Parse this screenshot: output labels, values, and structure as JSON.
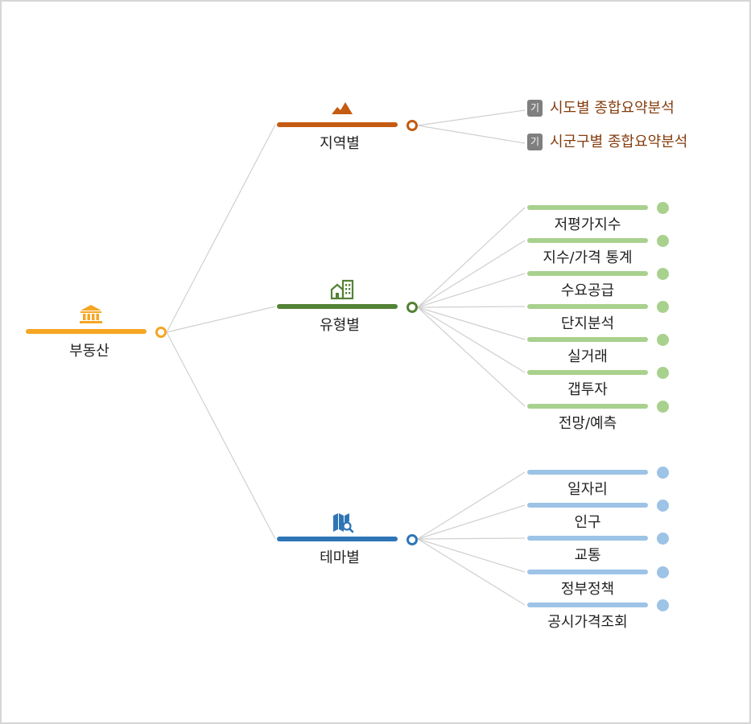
{
  "colors": {
    "connector": "#d0d0d0",
    "link_text": "#843c0c",
    "badge": "#7f7f7f"
  },
  "root": {
    "label": "부동산",
    "icon": "bank-icon",
    "color": "#f5a623"
  },
  "branches": [
    {
      "label": "지역별",
      "icon": "mountain-icon",
      "color": "#c55a11",
      "children": [
        {
          "badge": "기",
          "label": "시도별 종합요약분석"
        },
        {
          "badge": "기",
          "label": "시군구별 종합요약분석"
        }
      ]
    },
    {
      "label": "유형별",
      "icon": "building-icon",
      "color": "#548235",
      "child_color": "#a9d18e",
      "children": [
        {
          "label": "저평가지수"
        },
        {
          "label": "지수/가격 통계"
        },
        {
          "label": "수요공급"
        },
        {
          "label": "단지분석"
        },
        {
          "label": "실거래"
        },
        {
          "label": "갭투자"
        },
        {
          "label": "전망/예측"
        }
      ]
    },
    {
      "label": "테마별",
      "icon": "map-search-icon",
      "color": "#2e75b6",
      "child_color": "#9dc3e6",
      "children": [
        {
          "label": "일자리"
        },
        {
          "label": "인구"
        },
        {
          "label": "교통"
        },
        {
          "label": "정부정책"
        },
        {
          "label": "공시가격조회"
        }
      ]
    }
  ]
}
